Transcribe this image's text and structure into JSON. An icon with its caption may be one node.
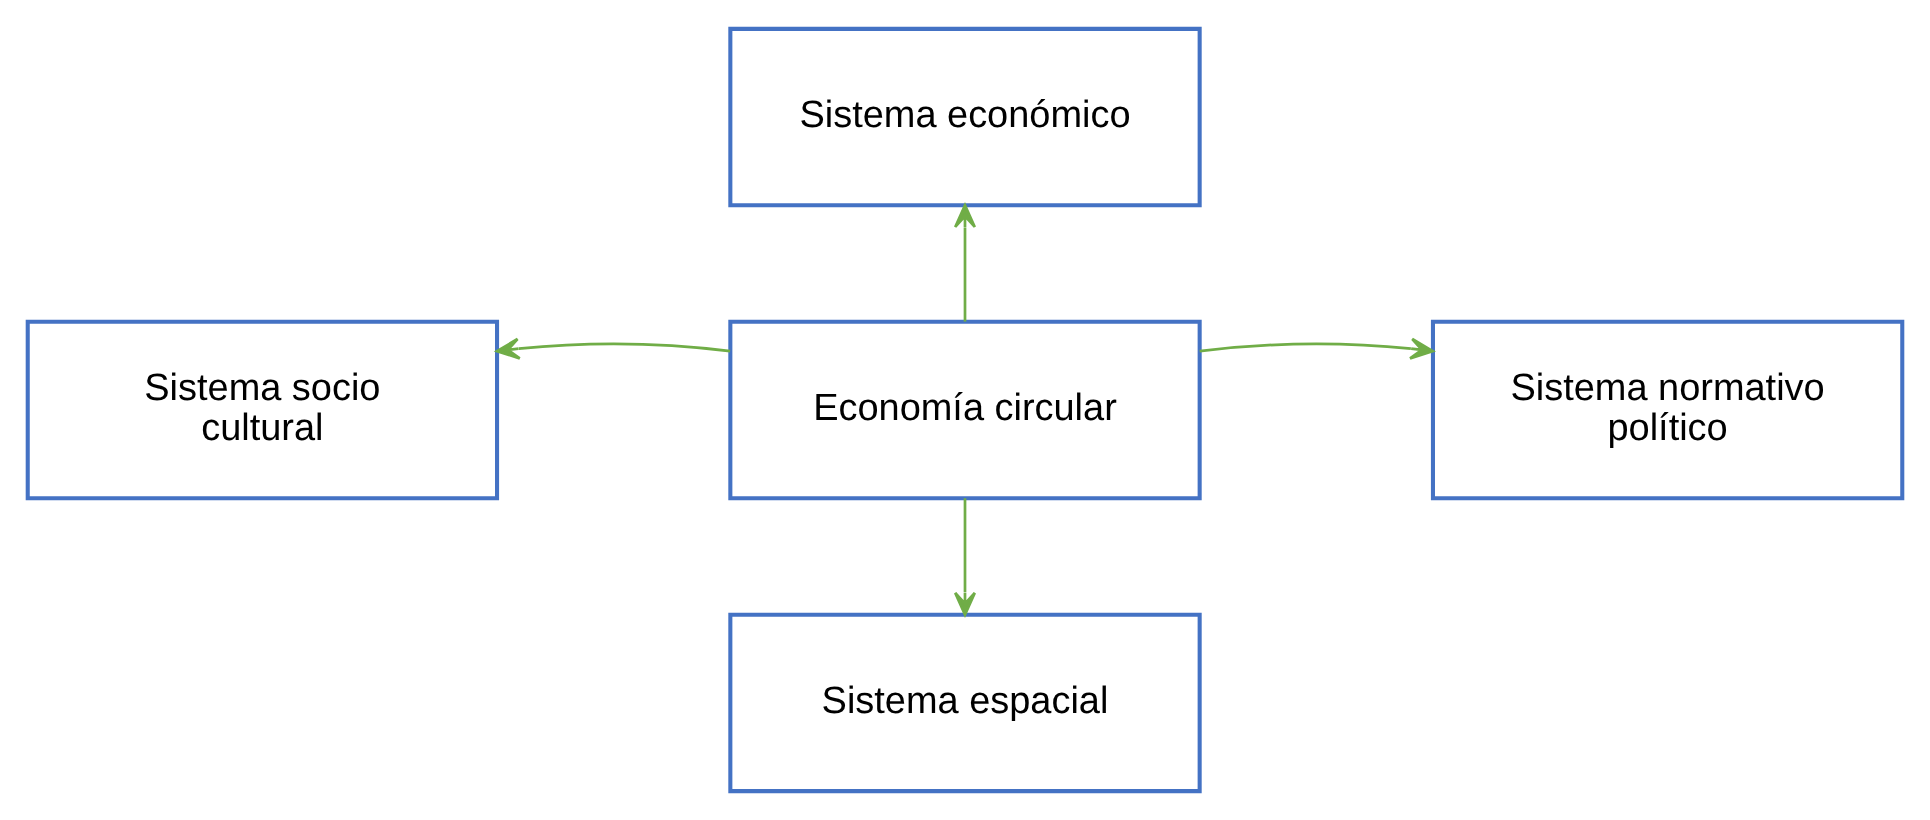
{
  "diagram": {
    "nodes": [
      {
        "text": [
          "Economía circular"
        ]
      },
      {
        "text": [
          "Sistema económico"
        ]
      },
      {
        "text": [
          "Sistema socio cultural"
        ]
      },
      {
        "text": [
          "Sistema normativo político"
        ]
      },
      {
        "text": [
          "Sistema espacial"
        ]
      }
    ],
    "edges": [
      {
        "from": 0,
        "to": 1,
        "arrow": "to"
      },
      {
        "from": 0,
        "to": 2,
        "arrow": "to"
      },
      {
        "from": 0,
        "to": 3,
        "arrow": "to"
      },
      {
        "from": 0,
        "to": 4,
        "arrow": "to"
      }
    ]
  }
}
